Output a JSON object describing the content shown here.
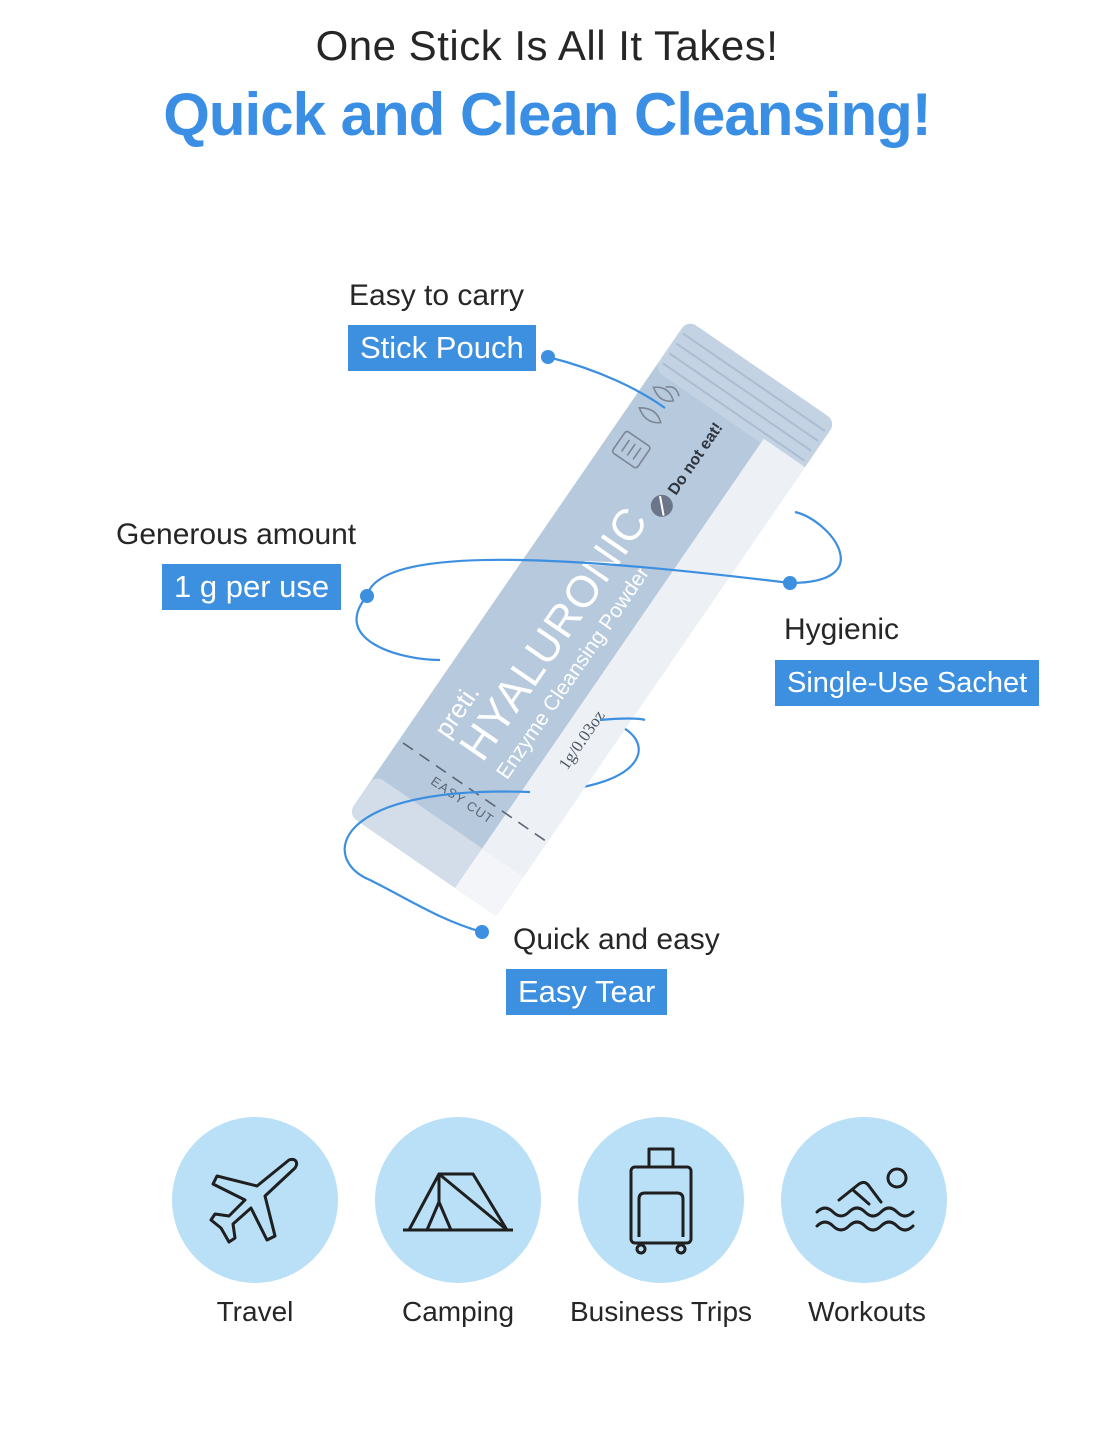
{
  "header": {
    "line1": "One Stick Is All It Takes!",
    "line2": "Quick and Clean Cleansing!"
  },
  "colors": {
    "accent": "#3d8fe0",
    "headline_blue": "#3a8ee4",
    "circle_bg": "#b9e0f7",
    "pouch_blue": "#b7c9dd",
    "pouch_white": "#edf0f4",
    "text_dark": "#262626"
  },
  "features": [
    {
      "caption": "Easy to carry",
      "tag": "Stick Pouch"
    },
    {
      "caption": "Generous amount",
      "tag": "1 g per use"
    },
    {
      "caption": "Hygienic",
      "tag": "Single-Use Sachet"
    },
    {
      "caption": "Quick and easy",
      "tag": "Easy Tear"
    }
  ],
  "pouch": {
    "brand": "preti.",
    "name": "HYALURONIC",
    "subtitle": "Enzyme Cleansing Powder",
    "weight": "1g/0.03oz",
    "warning": "Do not eat!",
    "cut_mark": "EASY CUT"
  },
  "uses": [
    {
      "label": "Travel",
      "icon": "airplane-icon"
    },
    {
      "label": "Camping",
      "icon": "tent-icon"
    },
    {
      "label": "Business Trips",
      "icon": "suitcase-icon"
    },
    {
      "label": "Workouts",
      "icon": "swimmer-icon"
    }
  ]
}
